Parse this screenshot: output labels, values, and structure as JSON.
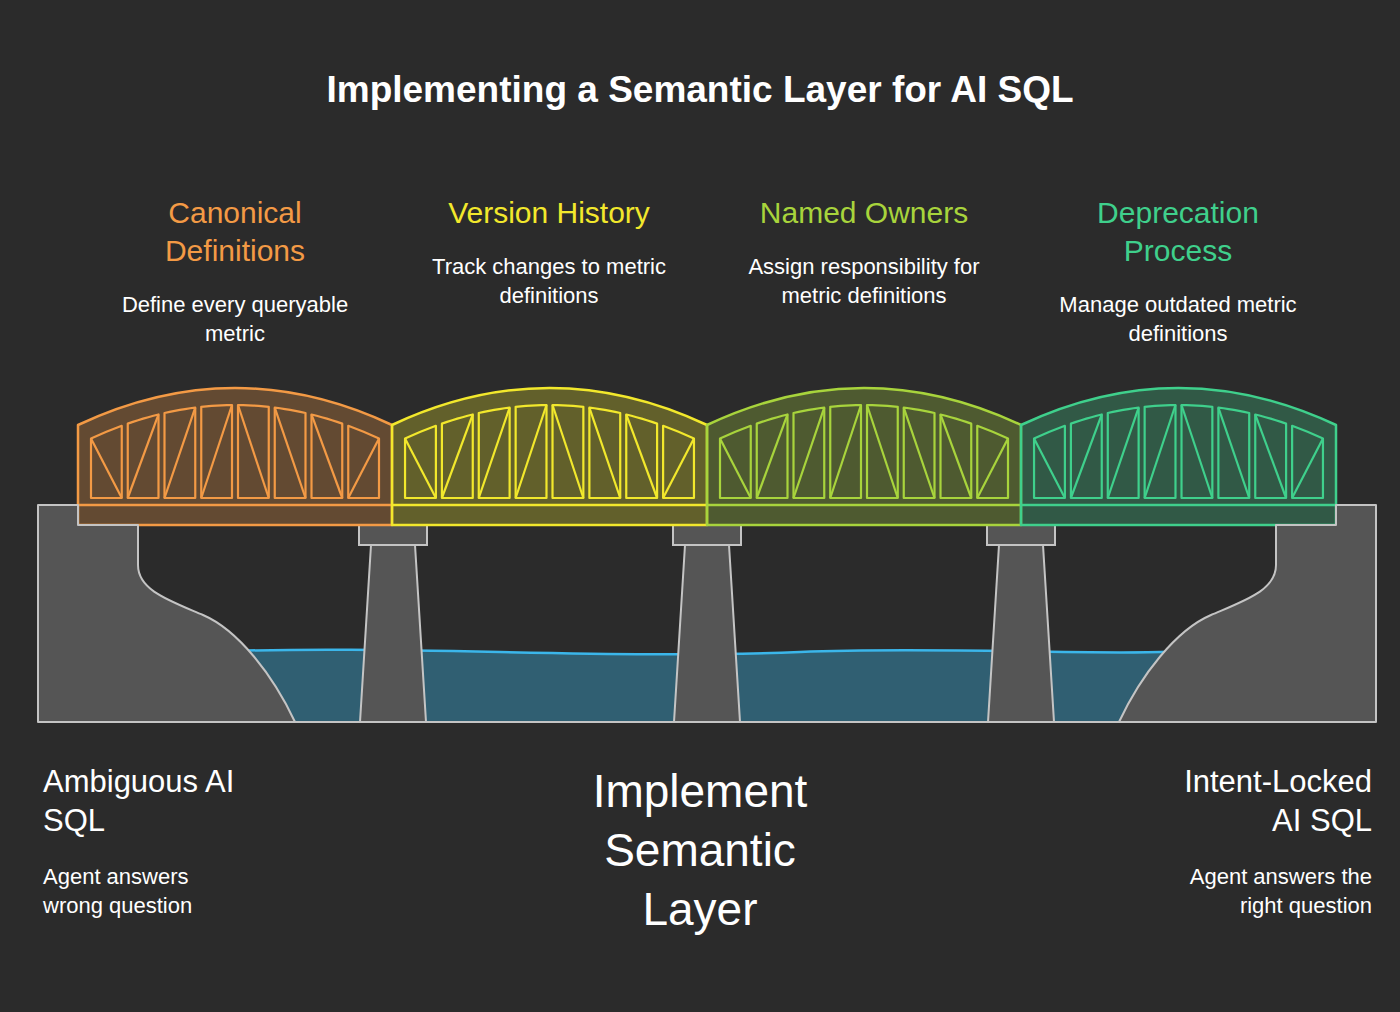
{
  "diagram": {
    "title": "Implementing a Semantic Layer for AI SQL",
    "nodes": [
      {
        "text": [
          "Canonical Definitions",
          "Define every queryable metric"
        ]
      },
      {
        "text": [
          "Version History",
          "Track changes to metric definitions"
        ]
      },
      {
        "text": [
          "Named Owners",
          "Assign responsibility for metric definitions"
        ]
      },
      {
        "text": [
          "Deprecation Process",
          "Manage outdated metric definitions"
        ]
      },
      {
        "text": [
          "Ambiguous AI SQL",
          "Agent answers wrong question"
        ]
      },
      {
        "text": [
          "Intent-Locked AI SQL",
          "Agent answers the right question"
        ]
      }
    ],
    "labels": [
      "Implement Semantic Layer"
    ]
  }
}
